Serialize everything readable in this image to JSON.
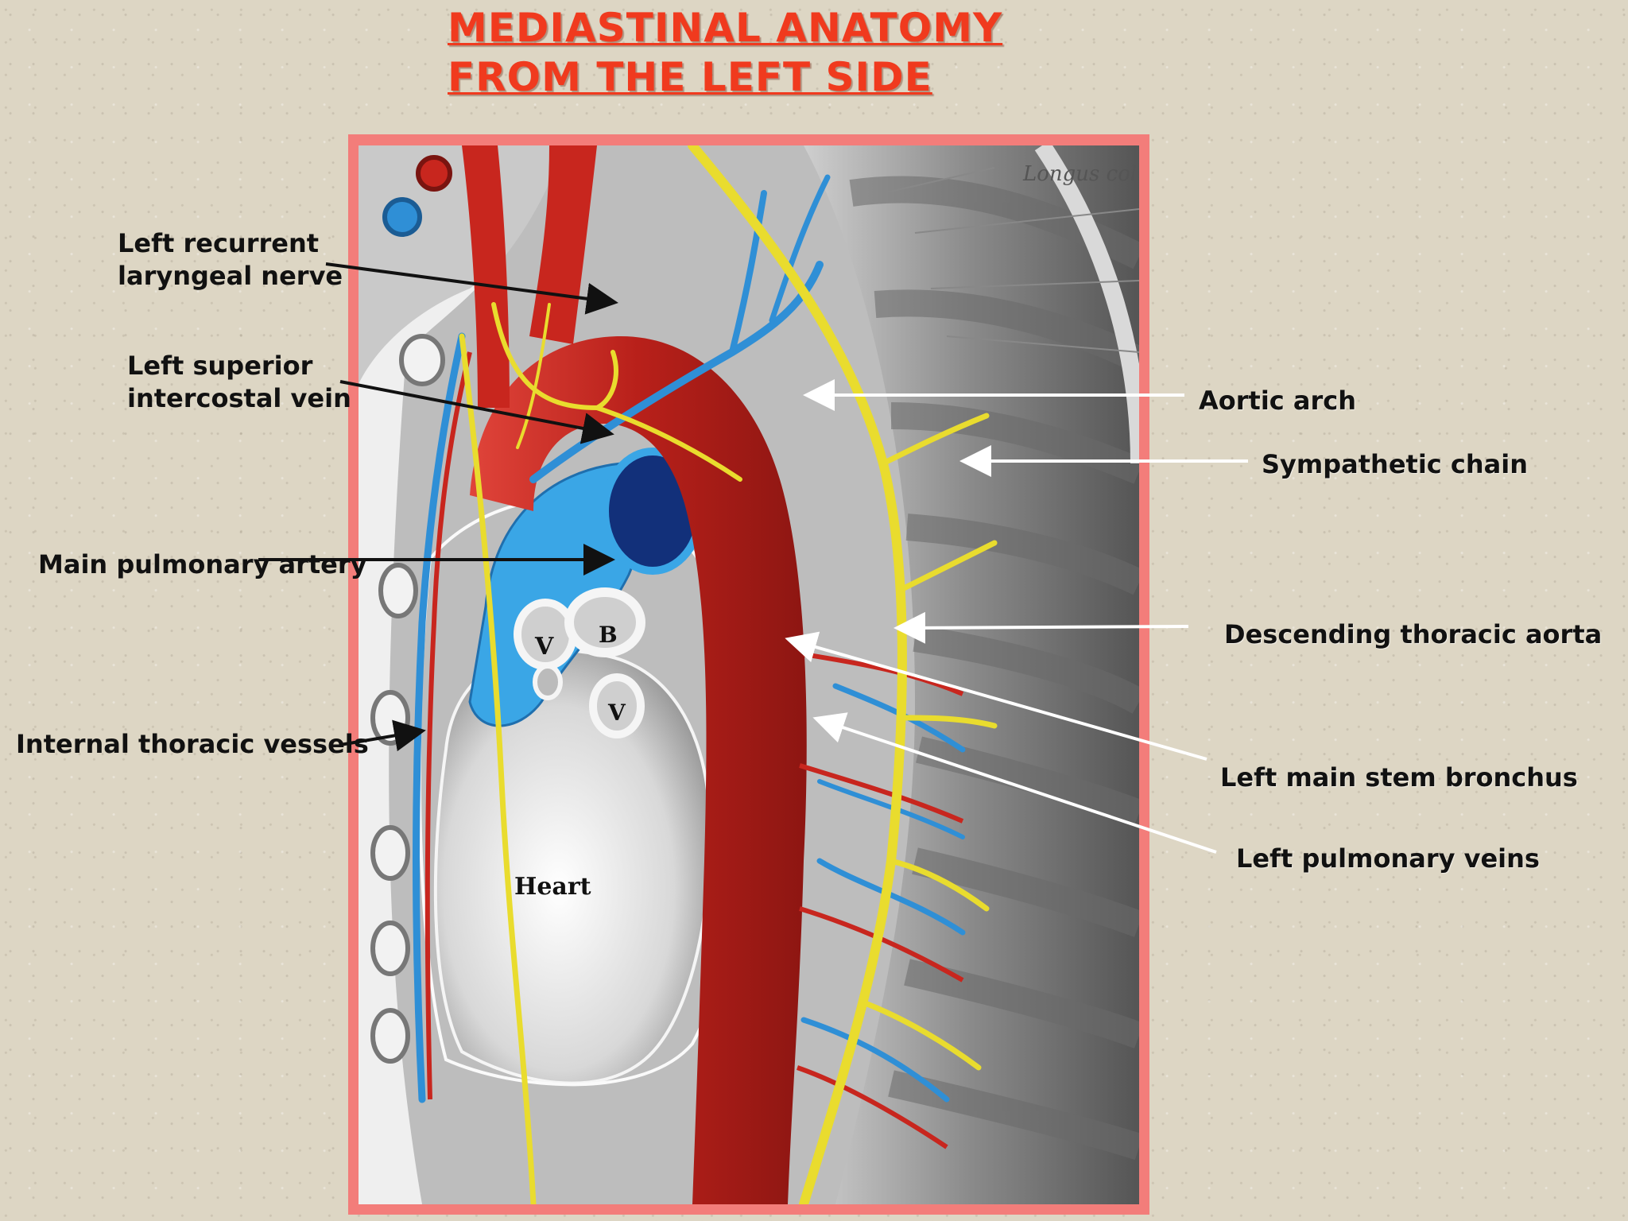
{
  "title": {
    "line1": "MEDIASTINAL ANATOMY",
    "line2": "FROM THE LEFT SIDE"
  },
  "labels": {
    "left_recurrent_line1": "Left recurrent",
    "left_recurrent_line2": "laryngeal nerve",
    "left_superior_line1": "Left superior",
    "left_superior_line2": "intercostal vein",
    "main_pulmonary_artery": "Main  pulmonary artery",
    "internal_thoracic_vessels": "Internal thoracic vessels",
    "aortic_arch": "Aortic arch",
    "sympathetic_chain": "Sympathetic chain",
    "descending_thoracic_aorta": "Descending thoracic aorta",
    "left_main_stem_bronchus": "Left main stem bronchus",
    "left_pulmonary_veins": "Left pulmonary veins"
  },
  "illustration": {
    "heart": "Heart",
    "vein_top": "V",
    "bronchus": "B",
    "vein_bottom": "V",
    "corner_text": "Longus col"
  },
  "colors": {
    "title": "#f03a1e",
    "frame": "#f37d7a",
    "artery": "#c8261e",
    "vein": "#2f8fd6",
    "nerve": "#e9dc2e",
    "pulmonary_artery": "#3aa6e6"
  }
}
